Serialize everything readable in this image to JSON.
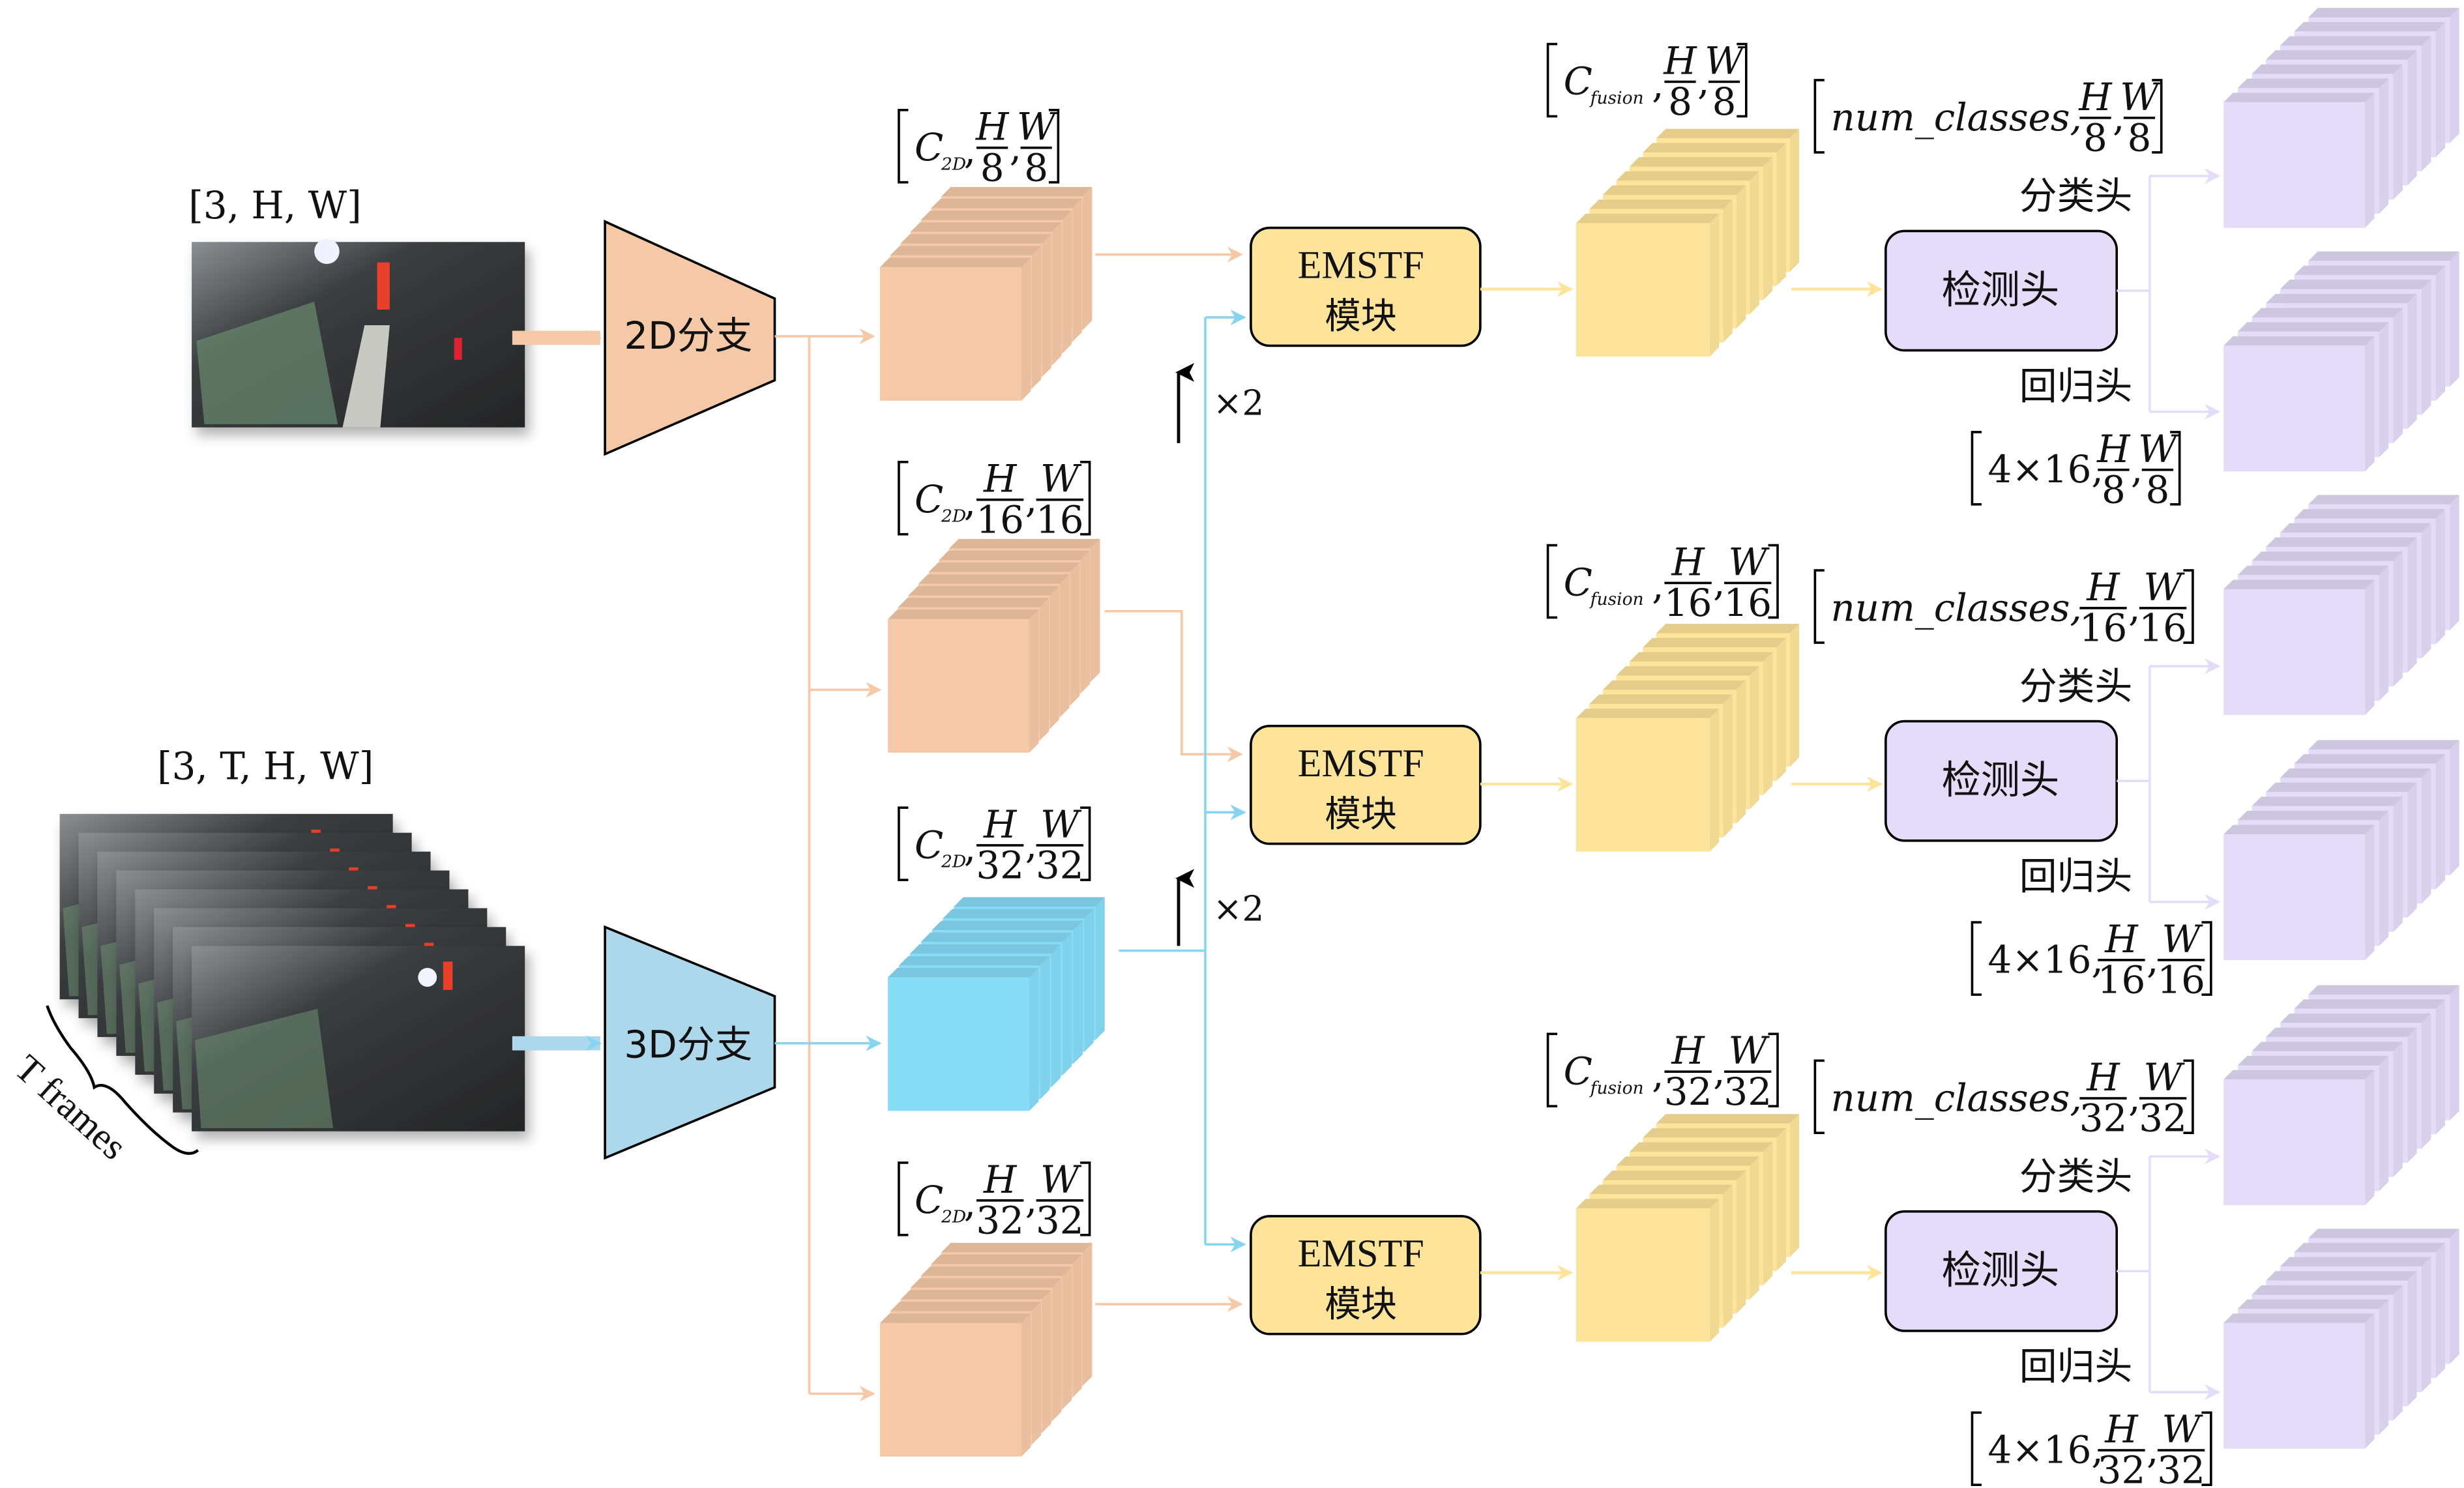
{
  "title": "Dual-branch spatio-temporal detection network architecture",
  "colors": {
    "branch2d": "#f5c9a8",
    "branch3d": "#add8ec",
    "feature2d": "#f5c9a8",
    "feature3d": "#87dcf7",
    "fusion": "#fde49a",
    "fusion_box": "#fde49a",
    "head_box": "#e4dcf8",
    "output": "#e4dcf8",
    "line2d": "#f5c9a8",
    "line3d": "#87d4f0",
    "line_fusion": "#fde49a",
    "line_head": "#e4dcf8"
  },
  "inputs": {
    "image_label": "[3, H, W]",
    "video_label": "[3, T, H, W]",
    "frames_label": "T frames"
  },
  "branches": {
    "b2d": "2D分支",
    "b3d": "3D分支"
  },
  "features": {
    "f2d_8": {
      "prefix": "C",
      "sub": "2D",
      "h": "H",
      "hd": "8",
      "w": "W",
      "wd": "8"
    },
    "f2d_16": {
      "prefix": "C",
      "sub": "2D",
      "h": "H",
      "hd": "16",
      "w": "W",
      "wd": "16"
    },
    "f3d_32": {
      "prefix": "C",
      "sub": "2D",
      "h": "H",
      "hd": "32",
      "w": "W",
      "wd": "32"
    },
    "f2d_32": {
      "prefix": "C",
      "sub": "2D",
      "h": "H",
      "hd": "32",
      "w": "W",
      "wd": "32"
    }
  },
  "upsample": {
    "label1": "×2",
    "label2": "×2"
  },
  "emstf": [
    {
      "line1": "EMSTF",
      "line2": "模块"
    },
    {
      "line1": "EMSTF",
      "line2": "模块"
    },
    {
      "line1": "EMSTF",
      "line2": "模块"
    }
  ],
  "fusion_labels": [
    {
      "prefix": "C",
      "sub": "fusion",
      "h": "H",
      "hd": "8",
      "w": "W",
      "wd": "8"
    },
    {
      "prefix": "C",
      "sub": "fusion",
      "h": "H",
      "hd": "16",
      "w": "W",
      "wd": "16"
    },
    {
      "prefix": "C",
      "sub": "fusion",
      "h": "H",
      "hd": "32",
      "w": "W",
      "wd": "32"
    }
  ],
  "heads": [
    {
      "label": "检测头",
      "cls": "分类头",
      "reg": "回归头",
      "cls_out": {
        "prefix": "num_classes,",
        "h": "H",
        "hd": "8",
        "w": "W",
        "wd": "8"
      },
      "reg_out": {
        "prefix": "4×16,",
        "h": "H",
        "hd": "8",
        "w": "W",
        "wd": "8"
      }
    },
    {
      "label": "检测头",
      "cls": "分类头",
      "reg": "回归头",
      "cls_out": {
        "prefix": "num_classes,",
        "h": "H",
        "hd": "16",
        "w": "W",
        "wd": "16"
      },
      "reg_out": {
        "prefix": "4×16,",
        "h": "H",
        "hd": "16",
        "w": "W",
        "wd": "16"
      }
    },
    {
      "label": "检测头",
      "cls": "分类头",
      "reg": "回归头",
      "cls_out": {
        "prefix": "num_classes,",
        "h": "H",
        "hd": "32",
        "w": "W",
        "wd": "32"
      },
      "reg_out": {
        "prefix": "4×16,",
        "h": "H",
        "hd": "32",
        "w": "W",
        "wd": "32"
      }
    }
  ]
}
